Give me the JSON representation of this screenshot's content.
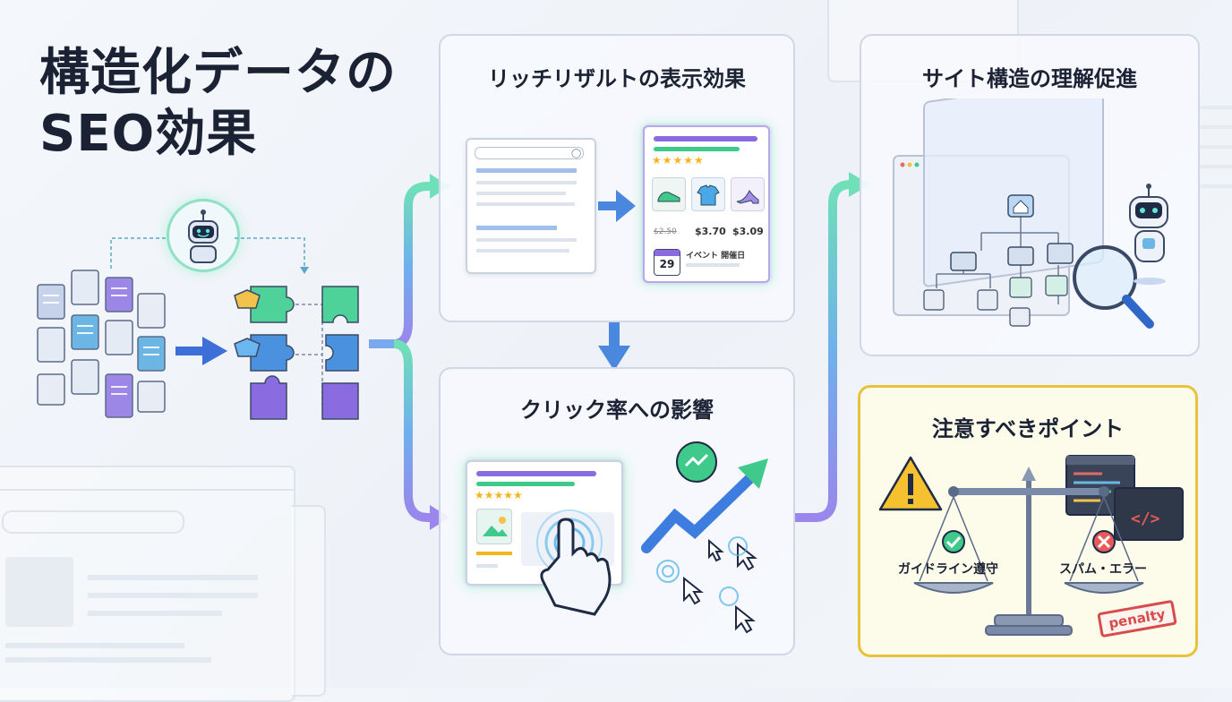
{
  "title": {
    "line1": "構造化データの",
    "line2": "SEO効果"
  },
  "panels": {
    "rich_results": {
      "title": "リッチリザルトの表示効果"
    },
    "site_structure": {
      "title": "サイト構造の理解促進"
    },
    "ctr": {
      "title": "クリック率への影響"
    },
    "caution": {
      "title": "注意すべきポイント"
    }
  },
  "rich_card": {
    "stars": "★★★★★",
    "price_old": "$2.50",
    "price_1": "$3.70",
    "price_2": "$3.09",
    "event_label": "イベント 開催日",
    "calendar_day": "29"
  },
  "scale": {
    "left_label": "ガイドライン遵守",
    "right_label": "スパム・エラー",
    "stamp": "penalty"
  },
  "colors": {
    "green": "#3fc98a",
    "blue": "#3d8fe0",
    "purple": "#8a6be0",
    "yellow_border": "#e8c23a"
  }
}
